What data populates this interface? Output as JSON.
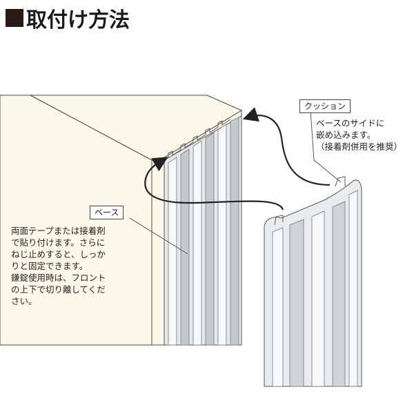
{
  "title": "取付け方法",
  "labels": {
    "cushion": "クッション",
    "base": "ベース"
  },
  "notes": {
    "cushion_note": "ベースのサイドに\n嵌め込みます。\n（接着剤併用を推奨）",
    "base_note": "両面テープまたは接着剤\nで貼り付けます。さらに\nねじ止めすると、しっか\nりと固定できます。\n鎌錠使用時は、フロント\nの上下で切り離してくだ\nさい。"
  },
  "colors": {
    "wall": "#fbf8ea",
    "wall_edge": "#4a4a4a",
    "base_fill": "#e6e9ec",
    "base_stripe": "#f6f7f8",
    "base_shadow": "#c4c9ce",
    "arrow": "#222222",
    "title_square": "#2a1a14"
  }
}
